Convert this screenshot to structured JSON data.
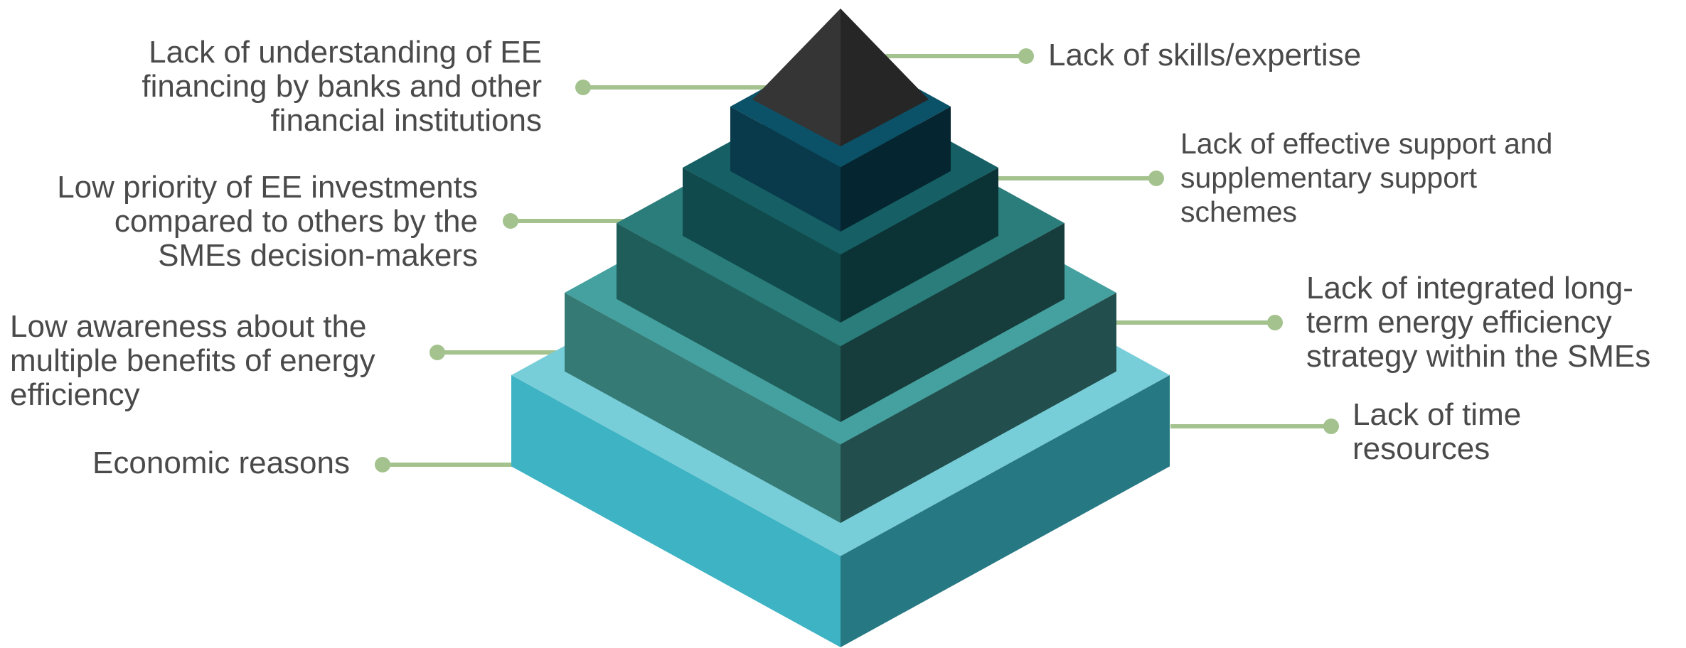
{
  "colors": {
    "connector": "#a3c28d",
    "text": "#4a4a4a",
    "layers": [
      {
        "top": "#78ced8",
        "left": "#3db3c3",
        "right": "#267883"
      },
      {
        "top": "#45a19f",
        "left": "#367a76",
        "right": "#224f4d"
      },
      {
        "top": "#2a7d7a",
        "left": "#1f5d5a",
        "right": "#163c3b"
      },
      {
        "top": "#166065",
        "left": "#104a4c",
        "right": "#0b3336"
      },
      {
        "top": "#0b5268",
        "left": "#093a4b",
        "right": "#052630"
      },
      {
        "top": "#1f1f1f",
        "left": "#353535",
        "right": "#262626"
      }
    ]
  },
  "left_labels": [
    {
      "name": "label-ee-financing",
      "text": "Lack of understanding of EE\nfinancing by banks and other\nfinancial institutions"
    },
    {
      "name": "label-low-priority",
      "text": "Low priority of EE investments\ncompared to others by the\nSMEs decision-makers"
    },
    {
      "name": "label-low-awareness",
      "text": "Low awareness about the\nmultiple benefits of energy\nefficiency"
    },
    {
      "name": "label-economic-reasons",
      "text": "Economic reasons"
    }
  ],
  "right_labels": [
    {
      "name": "label-skills",
      "text": "Lack of skills/expertise"
    },
    {
      "name": "label-support-schemes",
      "text": "Lack of effective support and\nsupplementary support\nschemes"
    },
    {
      "name": "label-integrated-strategy",
      "text": "Lack of integrated long-\nterm energy efficiency\nstrategy within the SMEs"
    },
    {
      "name": "label-time-resources",
      "text": "Lack of time\nresources"
    }
  ]
}
